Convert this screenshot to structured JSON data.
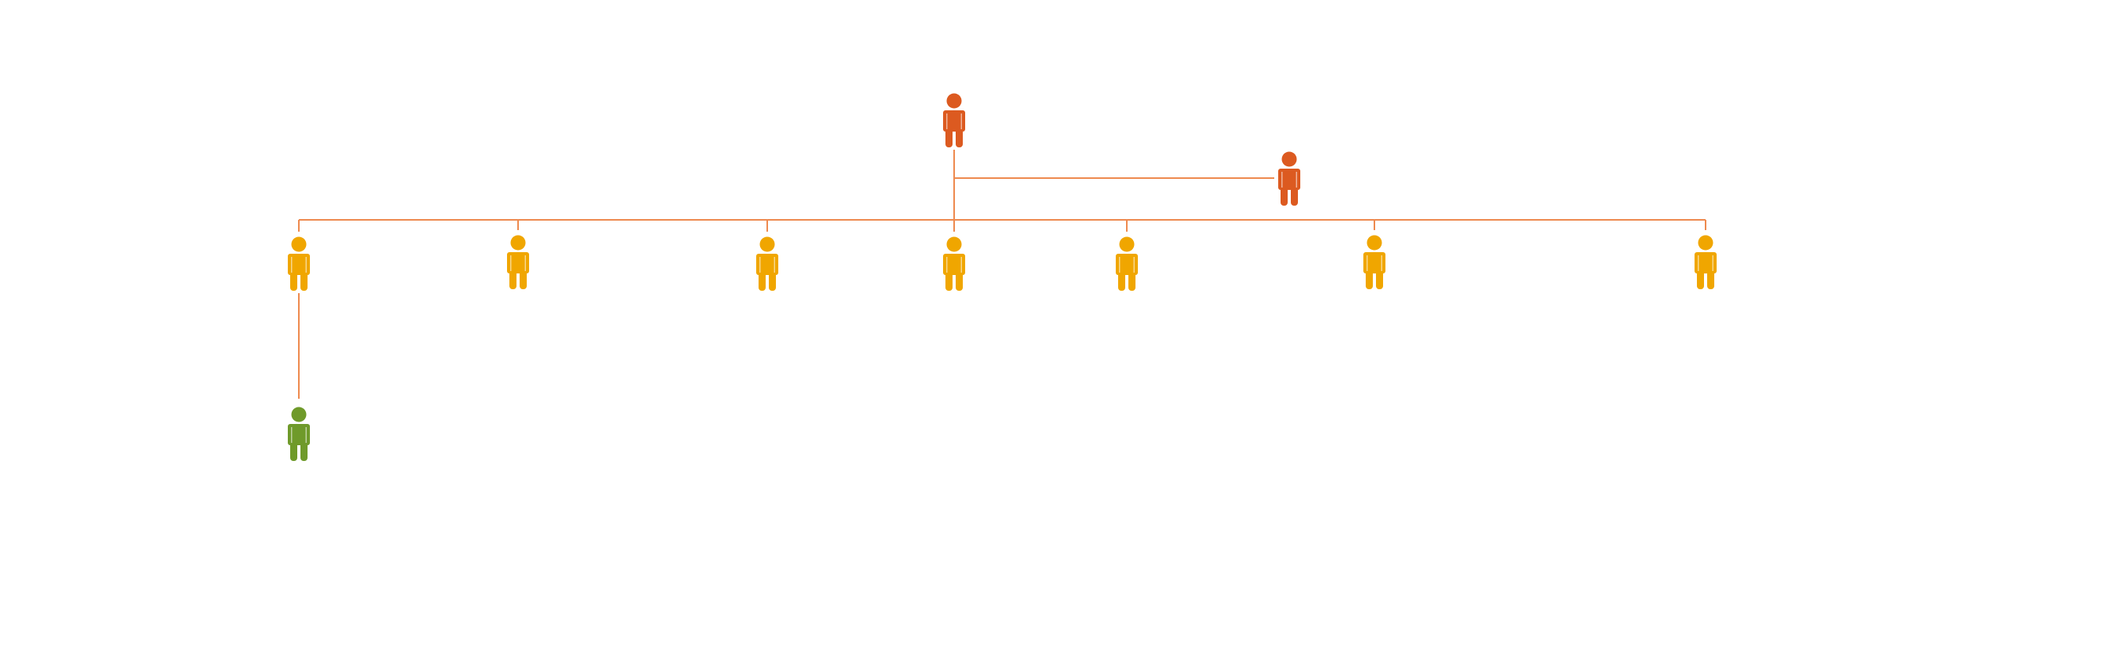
{
  "org_chart": {
    "colors": {
      "connector": "#ee8a4f",
      "executive": "#dc5a20",
      "manager": "#f0a600",
      "staff": "#6f9a2a"
    },
    "nodes": [
      {
        "id": "top",
        "icon": "person-icon",
        "level": "executive",
        "color": "#dc5a20"
      },
      {
        "id": "assistant",
        "icon": "person-icon",
        "level": "executive",
        "color": "#dc5a20",
        "parent": "top",
        "relation": "assistant"
      },
      {
        "id": "report-1",
        "icon": "person-icon",
        "level": "manager",
        "color": "#f0a600",
        "parent": "top"
      },
      {
        "id": "report-2",
        "icon": "person-icon",
        "level": "manager",
        "color": "#f0a600",
        "parent": "top"
      },
      {
        "id": "report-3",
        "icon": "person-icon",
        "level": "manager",
        "color": "#f0a600",
        "parent": "top"
      },
      {
        "id": "report-4",
        "icon": "person-icon",
        "level": "manager",
        "color": "#f0a600",
        "parent": "top"
      },
      {
        "id": "report-5",
        "icon": "person-icon",
        "level": "manager",
        "color": "#f0a600",
        "parent": "top"
      },
      {
        "id": "report-6",
        "icon": "person-icon",
        "level": "manager",
        "color": "#f0a600",
        "parent": "top"
      },
      {
        "id": "report-7",
        "icon": "person-icon",
        "level": "manager",
        "color": "#f0a600",
        "parent": "top"
      },
      {
        "id": "staff-1",
        "icon": "person-icon",
        "level": "staff",
        "color": "#6f9a2a",
        "parent": "report-1"
      }
    ]
  }
}
